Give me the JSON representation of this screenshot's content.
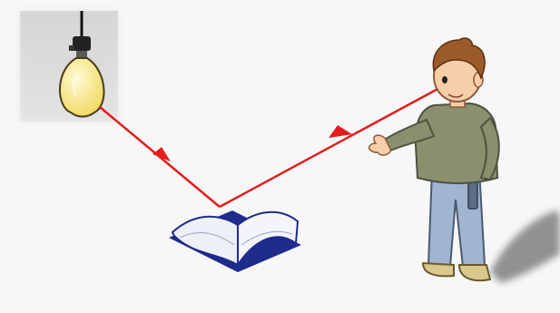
{
  "scene": {
    "description": "",
    "colors": {
      "background": "#f7f7f7",
      "light_ray": "#e41c1c",
      "bulb_glass": "#f3e27a",
      "bulb_outline": "#4a3a1a",
      "sweater": "#8a8f6d",
      "jeans": "#9fb5d0",
      "hair": "#9a5a2a",
      "skin": "#f6cfa8",
      "book_outline": "#1e2a8c",
      "shoes": "#d9c98a",
      "shadow": "#707070"
    },
    "elements": {
      "lamp": "light-bulb",
      "book": "open-book",
      "observer": "boy",
      "rays": [
        "incident-ray",
        "reflected-ray"
      ]
    }
  }
}
